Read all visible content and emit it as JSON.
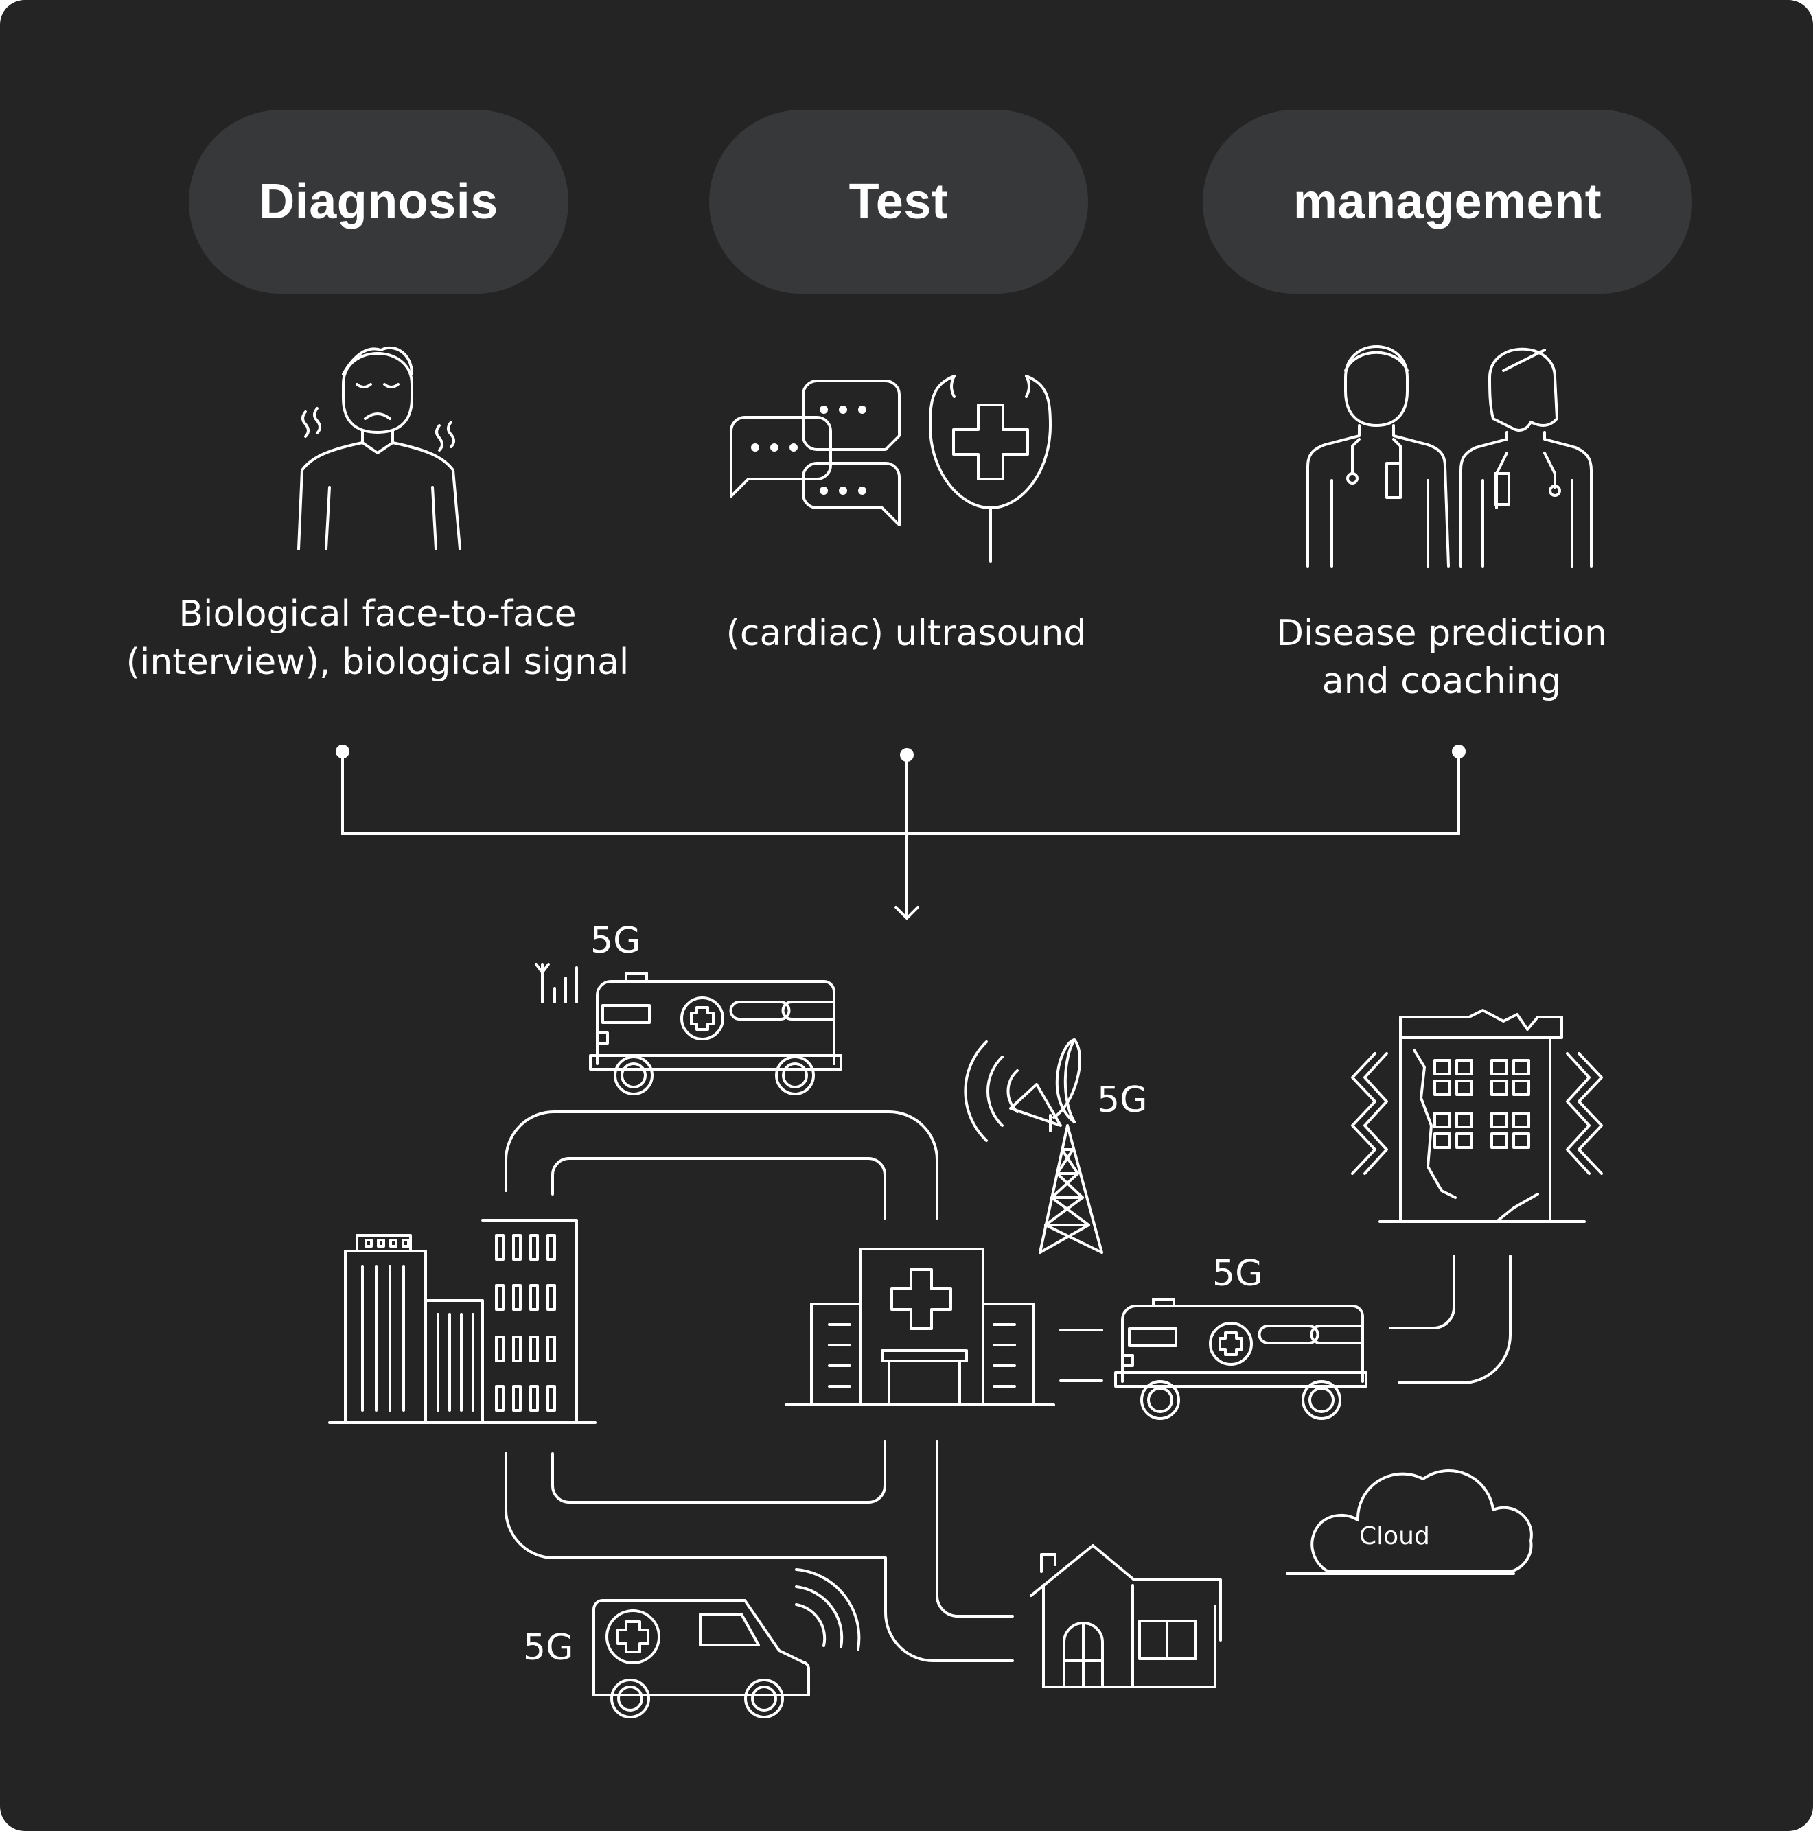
{
  "stages": [
    {
      "title": "Diagnosis",
      "caption_lines": [
        "Biological face-to-face",
        "(interview), biological signal"
      ]
    },
    {
      "title": "Test",
      "caption_lines": [
        "(cardiac) ultrasound"
      ]
    },
    {
      "title": "management",
      "caption_lines": [
        "Disease prediction",
        "and coaching"
      ]
    }
  ],
  "network": {
    "label_5g": "5G",
    "cloud_label": "Cloud"
  },
  "colors": {
    "background": "#242424",
    "pill": "#37383a",
    "line": "#ffffff"
  }
}
